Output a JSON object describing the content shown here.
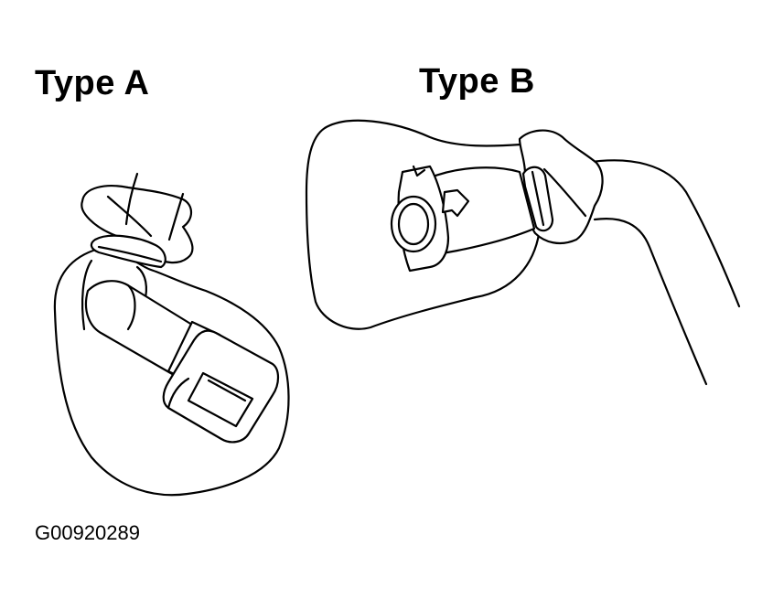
{
  "type_a": {
    "title": "Type A"
  },
  "type_b": {
    "title": "Type B"
  },
  "figure_code": "G00920289"
}
